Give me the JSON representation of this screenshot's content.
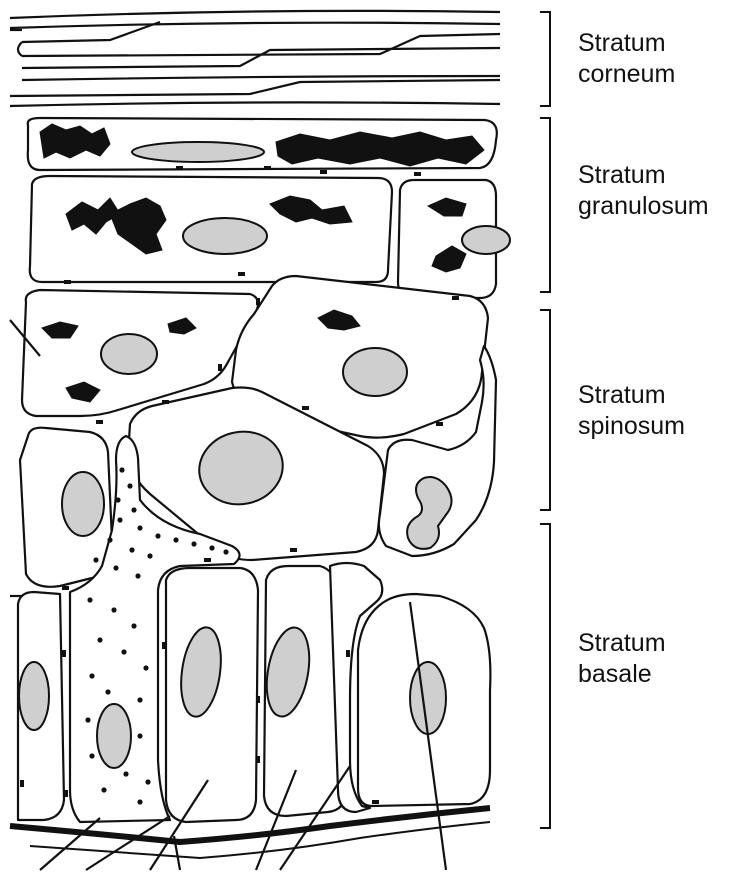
{
  "layers": [
    {
      "id": "corneum",
      "line1": "Stratum",
      "line2": "corneum"
    },
    {
      "id": "granulosum",
      "line1": "Stratum",
      "line2": "granulosum"
    },
    {
      "id": "spinosum",
      "line1": "Stratum",
      "line2": "spinosum"
    },
    {
      "id": "basale",
      "line1": "Stratum",
      "line2": "basale"
    }
  ],
  "colors": {
    "ink": "#111111",
    "background": "#ffffff",
    "nucleus_fill": "#cfcfcf"
  }
}
